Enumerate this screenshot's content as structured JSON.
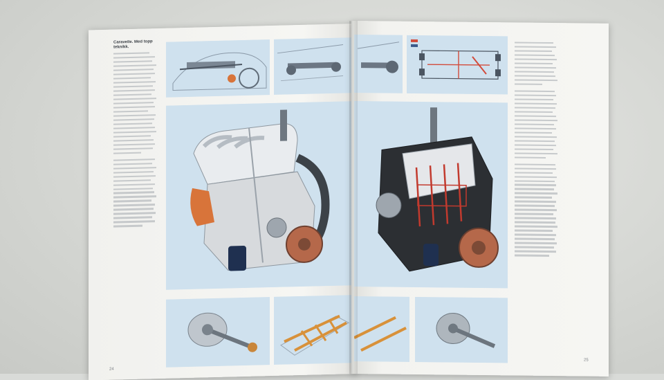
{
  "spread": {
    "left_column": {
      "heading": "Caravelle. Med topp teknikk."
    },
    "page_numbers": {
      "left": "24",
      "right": "25"
    },
    "legend_box": {
      "color_red": "#d24a3a",
      "color_blue": "#3b5a8a"
    }
  },
  "colors": {
    "panel_blue": "#cfe1ee",
    "engine_orange": "#d8743a",
    "engine_copper": "#b5684a"
  }
}
